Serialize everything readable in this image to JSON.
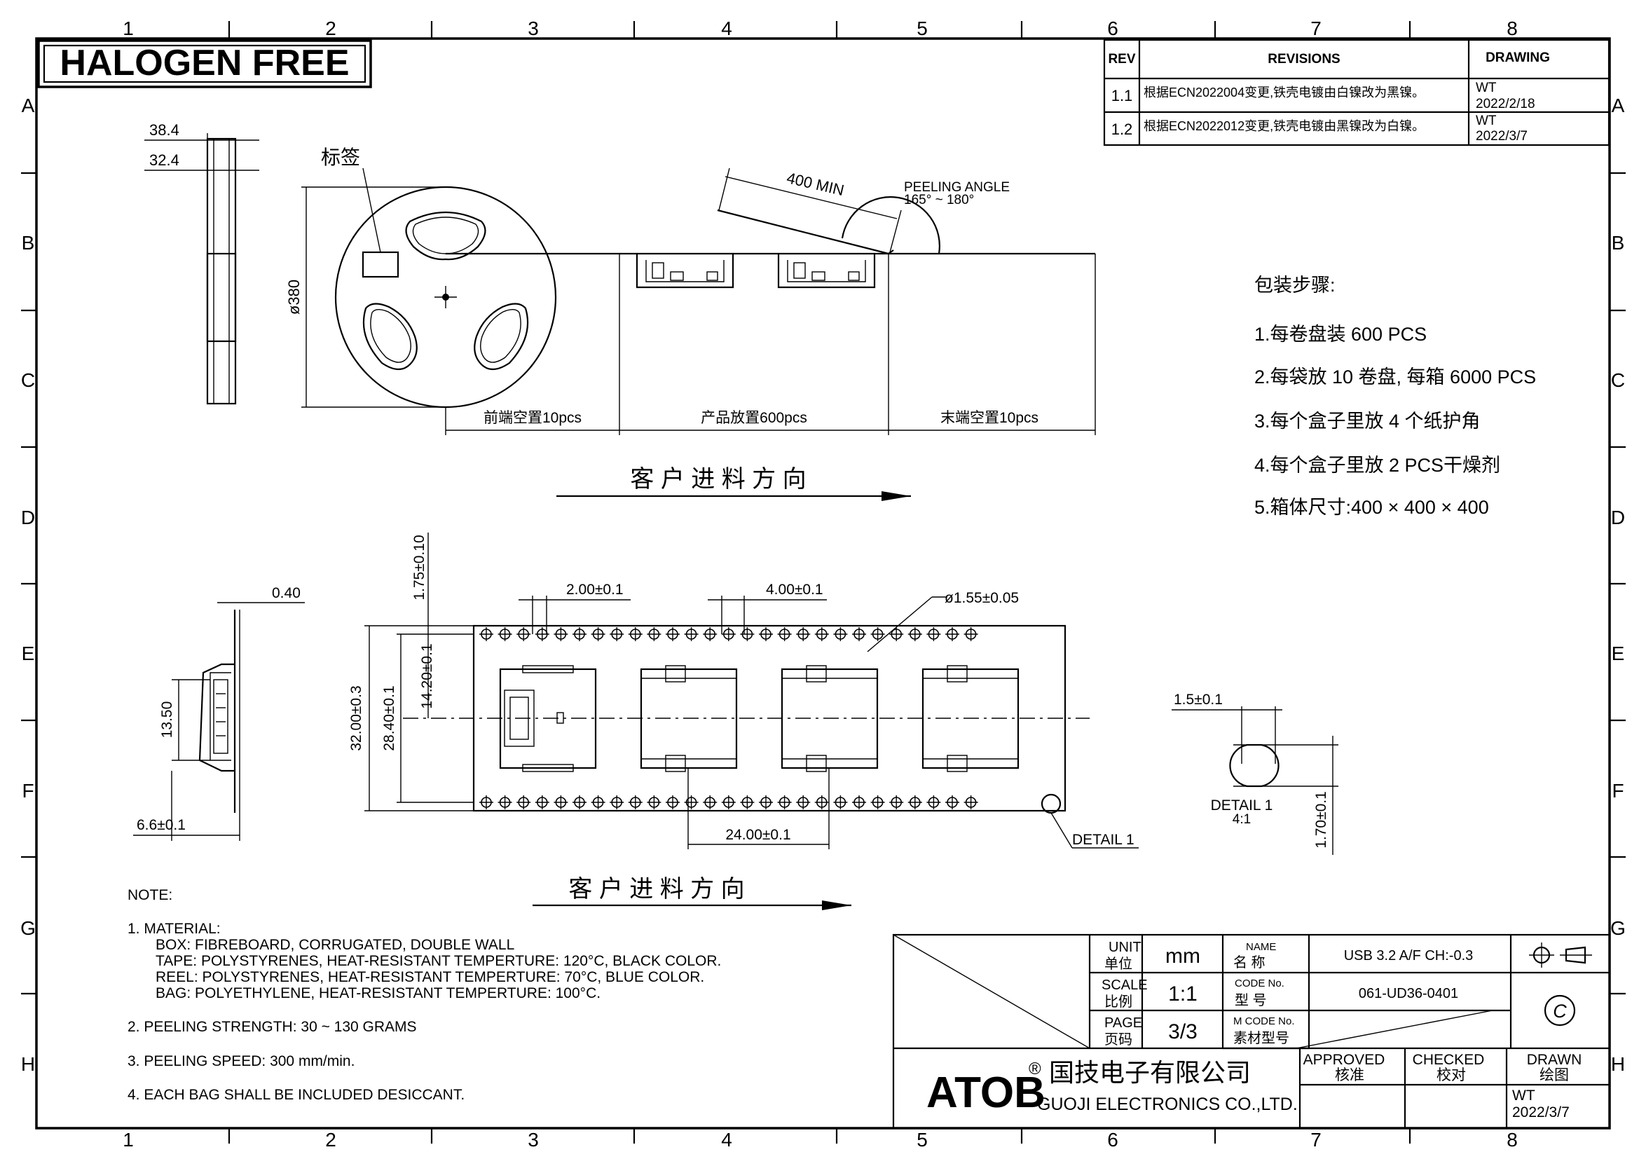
{
  "banner": "HALOGEN FREE",
  "grid": {
    "columns": [
      "1",
      "2",
      "3",
      "4",
      "5",
      "6",
      "7",
      "8"
    ],
    "rows": [
      "A",
      "B",
      "C",
      "D",
      "E",
      "F",
      "G",
      "H"
    ]
  },
  "revisions": {
    "header": {
      "rev": "REV",
      "revisions": "REVISIONS",
      "drawing": "DRAWING"
    },
    "rows": [
      {
        "rev": "1.1",
        "text": "根据ECN2022004变更,铁壳电镀由白镍改为黑镍。",
        "by": "WT",
        "date": "2022/2/18"
      },
      {
        "rev": "1.2",
        "text": "根据ECN2022012变更,铁壳电镀由黑镍改为白镍。",
        "by": "WT",
        "date": "2022/3/7"
      }
    ]
  },
  "reel": {
    "label_tag": "标签",
    "dim_outer": "38.4",
    "dim_inner": "32.4",
    "diameter": "ø380"
  },
  "tape_layout": {
    "length_min": "400 MIN",
    "peeling_angle_title": "PEELING ANGLE",
    "peeling_angle_range": "165° ~ 180°",
    "leader": "前端空置10pcs",
    "product": "产品放置600pcs",
    "trailer": "末端空置10pcs",
    "feed_direction": "客 户 进 料 方 向"
  },
  "packing": {
    "title": "包装步骤:",
    "steps": [
      "1.每卷盘装 600 PCS",
      "2.每袋放 10 卷盘, 每箱 6000 PCS",
      "3.每个盒子里放 4 个纸护角",
      "4.每个盒子里放 2 PCS干燥剂",
      "5.箱体尺寸:400 × 400 × 400"
    ]
  },
  "tape_dims": {
    "thickness": "0.40",
    "pocket_height": "13.50",
    "pocket_depth": "6.6±0.1",
    "edge_to_hole": "1.75±0.10",
    "hole_pitch_offset": "2.00±0.1",
    "hole_pitch": "4.00±0.1",
    "hole_diameter": "ø1.55±0.05",
    "tape_width": "32.00±0.3",
    "pocket_width": "28.40±0.1",
    "center_offset": "14.20±0.1",
    "pocket_pitch": "24.00±0.1",
    "detail_ref": "DETAIL 1",
    "detail_title": "DETAIL 1",
    "detail_scale": "4:1",
    "detail_width": "1.5±0.1",
    "detail_height": "1.70±0.1",
    "feed_direction": "客 户 进 料 方 向"
  },
  "notes": {
    "title": "NOTE:",
    "lines": [
      "1. MATERIAL:",
      "BOX: FIBREBOARD, CORRUGATED, DOUBLE WALL",
      "TAPE: POLYSTYRENES, HEAT-RESISTANT TEMPERTURE: 120°C, BLACK COLOR.",
      "REEL: POLYSTYRENES, HEAT-RESISTANT TEMPERTURE: 70°C, BLUE COLOR.",
      "BAG: POLYETHYLENE, HEAT-RESISTANT TEMPERTURE: 100°C.",
      "2. PEELING STRENGTH:  30 ~ 130 GRAMS",
      "3. PEELING SPEED: 300 mm/min.",
      "4. EACH BAG SHALL BE INCLUDED DESICCANT."
    ]
  },
  "title_block": {
    "unit_label_en": "UNIT",
    "unit_label_cn": "单位",
    "unit_value": "mm",
    "scale_label_en": "SCALE",
    "scale_label_cn": "比例",
    "scale_value": "1:1",
    "page_label_en": "PAGE",
    "page_label_cn": "页码",
    "page_value": "3/3",
    "name_label_en": "NAME",
    "name_label_cn": "名    称",
    "name_value": "USB 3.2 A/F  CH:-0.3",
    "code_label_en": "CODE No.",
    "code_label_cn": "型    号",
    "code_value": "061-UD36-0401",
    "mcode_label_en": "M CODE No.",
    "mcode_label_cn": "素材型号",
    "mcode_value": "",
    "company_logo": "ATOB",
    "company_cn": "国技电子有限公司",
    "company_en": "GUOJI ELECTRONICS CO.,LTD.",
    "approved_en": "APPROVED",
    "approved_cn": "核准",
    "checked_en": "CHECKED",
    "checked_cn": "校对",
    "drawn_en": "DRAWN",
    "drawn_cn": "绘图",
    "drawn_by": "WT",
    "drawn_date": "2022/3/7",
    "copyright_symbol": "C"
  }
}
